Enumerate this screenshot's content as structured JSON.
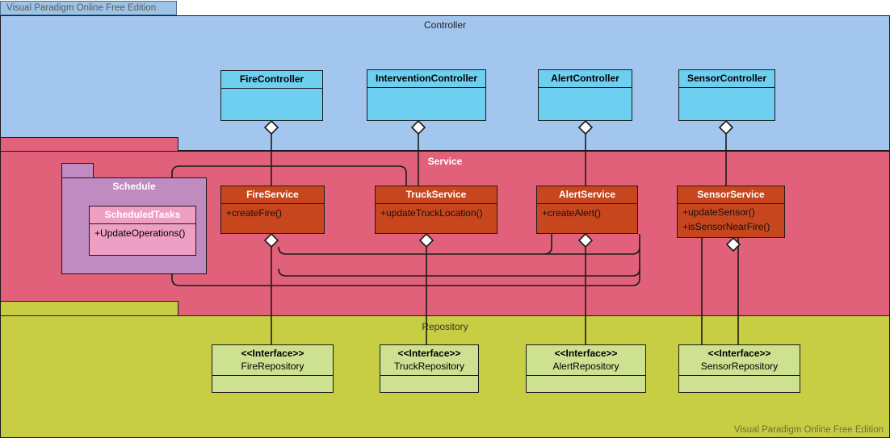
{
  "watermark": {
    "top_label": "Visual Paradigm Online Free Edition",
    "bottom_label": "Visual Paradigm Online Free Edition"
  },
  "colors": {
    "controller_layer": "#A3C6EE",
    "controller_class": "#6ECFF0",
    "service_layer": "#E1617A",
    "service_class": "#C8461E",
    "repository_layer": "#C8CE44",
    "repository_class": "#CDE191",
    "package_body": "#C08BC0",
    "package_class": "#EE9FC4",
    "stroke": "#1a1a1a"
  },
  "layers": [
    {
      "id": "controller",
      "label": "Controller"
    },
    {
      "id": "service",
      "label": "Service"
    },
    {
      "id": "repository",
      "label": "Repository"
    }
  ],
  "controller": {
    "label": "Controller",
    "classes": [
      {
        "name": "FireController",
        "members": []
      },
      {
        "name": "InterventionController",
        "members": []
      },
      {
        "name": "AlertController",
        "members": []
      },
      {
        "name": "SensorController",
        "members": []
      }
    ]
  },
  "service": {
    "label": "Service",
    "package": {
      "name": "Schedule",
      "classes": [
        {
          "name": "ScheduledTasks",
          "members": [
            "+UpdateOperations()"
          ]
        }
      ]
    },
    "classes": [
      {
        "name": "FireService",
        "members": [
          "+createFire()"
        ]
      },
      {
        "name": "TruckService",
        "members": [
          "+updateTruckLocation()"
        ]
      },
      {
        "name": "AlertService",
        "members": [
          "+createAlert()"
        ]
      },
      {
        "name": "SensorService",
        "members": [
          "+updateSensor()",
          "+isSensorNearFire()"
        ]
      }
    ]
  },
  "repository": {
    "label": "Repository",
    "stereotype": "<<Interface>>",
    "classes": [
      {
        "stereotype": "<<Interface>>",
        "name": "FireRepository",
        "members": []
      },
      {
        "stereotype": "<<Interface>>",
        "name": "TruckRepository",
        "members": []
      },
      {
        "stereotype": "<<Interface>>",
        "name": "AlertRepository",
        "members": []
      },
      {
        "stereotype": "<<Interface>>",
        "name": "SensorRepository",
        "members": []
      }
    ]
  },
  "relationships": [
    {
      "from": "FireController",
      "to": "FireService",
      "type": "aggregation"
    },
    {
      "from": "InterventionController",
      "to": "TruckService",
      "type": "aggregation"
    },
    {
      "from": "AlertController",
      "to": "AlertService",
      "type": "aggregation"
    },
    {
      "from": "SensorController",
      "to": "SensorService",
      "type": "aggregation"
    },
    {
      "from": "FireService",
      "to": "FireRepository",
      "type": "aggregation"
    },
    {
      "from": "TruckService",
      "to": "TruckRepository",
      "type": "aggregation"
    },
    {
      "from": "AlertService",
      "to": "AlertRepository",
      "type": "aggregation"
    },
    {
      "from": "SensorService",
      "to": "SensorRepository",
      "type": "aggregation"
    },
    {
      "from": "ScheduledTasks",
      "to": "FireService",
      "type": "aggregation"
    },
    {
      "from": "ScheduledTasks",
      "to": "SensorService",
      "type": "aggregation"
    }
  ]
}
